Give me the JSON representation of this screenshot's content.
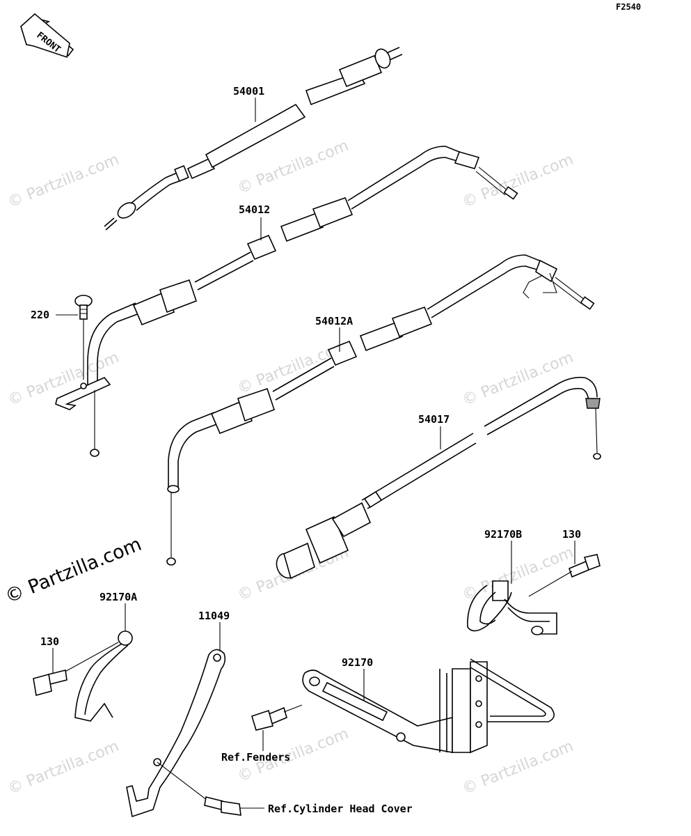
{
  "diagram_code": "F2540",
  "front_marker": "FRONT",
  "watermark": {
    "text": "© Partzilla.com",
    "logo_text": "© Partzilla.com"
  },
  "parts": {
    "p54001": "54001",
    "p54012": "54012",
    "p54012a": "54012A",
    "p54017": "54017",
    "p220": "220",
    "p130a": "130",
    "p130b": "130",
    "p92170a": "92170A",
    "p92170b": "92170B",
    "p11049": "11049",
    "p92170": "92170"
  },
  "references": {
    "fenders": "Ref.Fenders",
    "cylinder_head_cover": "Ref.Cylinder Head Cover"
  }
}
